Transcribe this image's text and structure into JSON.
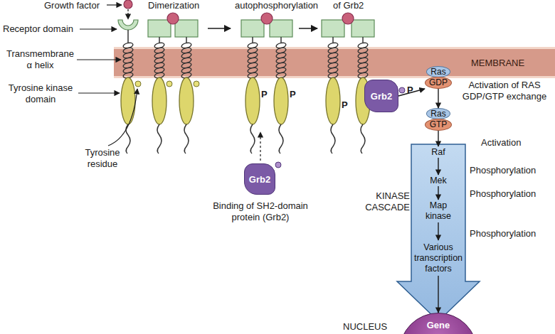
{
  "diagram": {
    "nodes": [
      {
        "text": [
          "Grb2"
        ]
      },
      {
        "text": [
          "Ras"
        ]
      },
      {
        "text": [
          "GDP"
        ]
      },
      {
        "text": [
          "Ras"
        ]
      },
      {
        "text": [
          "GTP"
        ]
      },
      {
        "text": [
          "Raf"
        ]
      },
      {
        "text": [
          "Mek"
        ]
      },
      {
        "text": [
          "Map kinase"
        ]
      },
      {
        "text": [
          "Various transcription factors"
        ]
      },
      {
        "text": [
          "Gene"
        ]
      },
      {
        "text": [
          "Grb2"
        ]
      }
    ],
    "edges": [
      {
        "from": 0,
        "to": 2,
        "arrow": "to"
      },
      {
        "from": 2,
        "to": 3,
        "arrow": "to"
      },
      {
        "from": 4,
        "to": 5,
        "arrow": "to"
      },
      {
        "from": 5,
        "to": 6,
        "arrow": "to"
      },
      {
        "from": 6,
        "to": 7,
        "arrow": "to"
      },
      {
        "from": 7,
        "to": 8,
        "arrow": "to"
      },
      {
        "from": 8,
        "to": 9,
        "arrow": "to"
      }
    ],
    "labels": [
      "Growth factor",
      "Dimerization",
      "autophosphorylation",
      "of Grb2",
      "Receptor domain",
      "Transmembrane α helix",
      "Tyrosine kinase domain",
      "Tyrosine residue",
      "MEMBRANE",
      "P",
      "P",
      "P",
      "P",
      "Binding of SH2-domain protein (Grb2)",
      "Activation of RAS GDP/GTP exchange",
      "Activation",
      "Phosphorylation",
      "Phosphorylation",
      "Phosphorylation",
      "KINASE CASCADE",
      "NUCLEUS"
    ]
  }
}
